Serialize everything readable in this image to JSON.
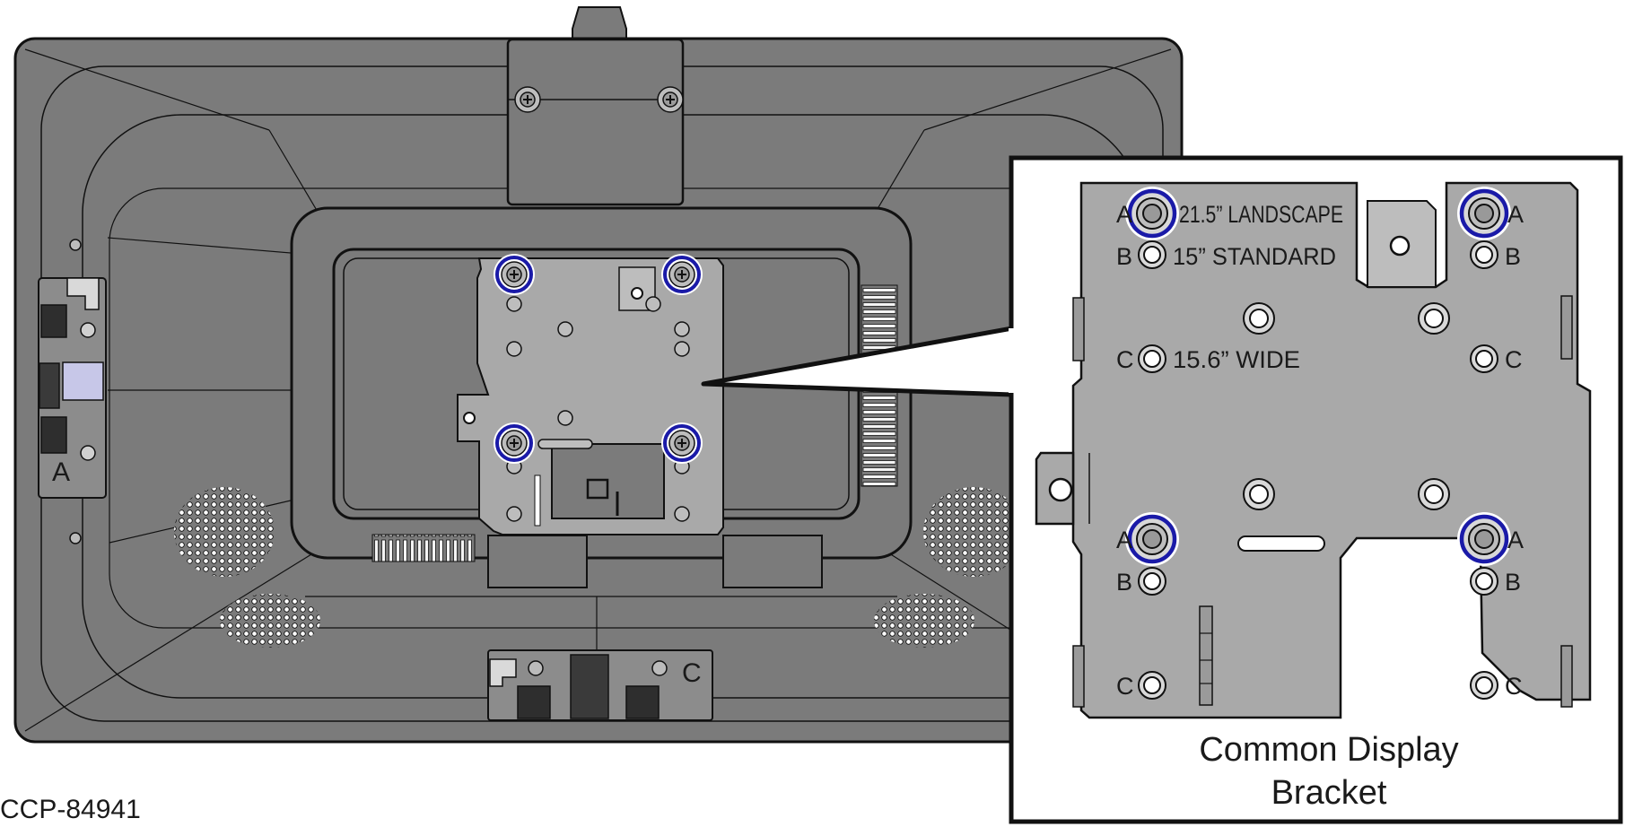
{
  "figure_id": "CCP-84941",
  "callout": {
    "title_line1": "Common Display",
    "title_line2": "Bracket"
  },
  "bracket_labels": {
    "row_a_text": "21.5” LANDSCAPE",
    "row_b_text": "15” STANDARD",
    "row_c_text": "15.6” WIDE",
    "letter_a": "A",
    "letter_b": "B",
    "letter_c": "C"
  },
  "port_labels": {
    "left_port": "A",
    "bottom_port": "C"
  },
  "colors": {
    "housing": "#7b7b7b",
    "bracket": "#a9a9a9",
    "outline": "#111111",
    "highlight_ring": "#1a1aa8",
    "background": "#ffffff"
  }
}
